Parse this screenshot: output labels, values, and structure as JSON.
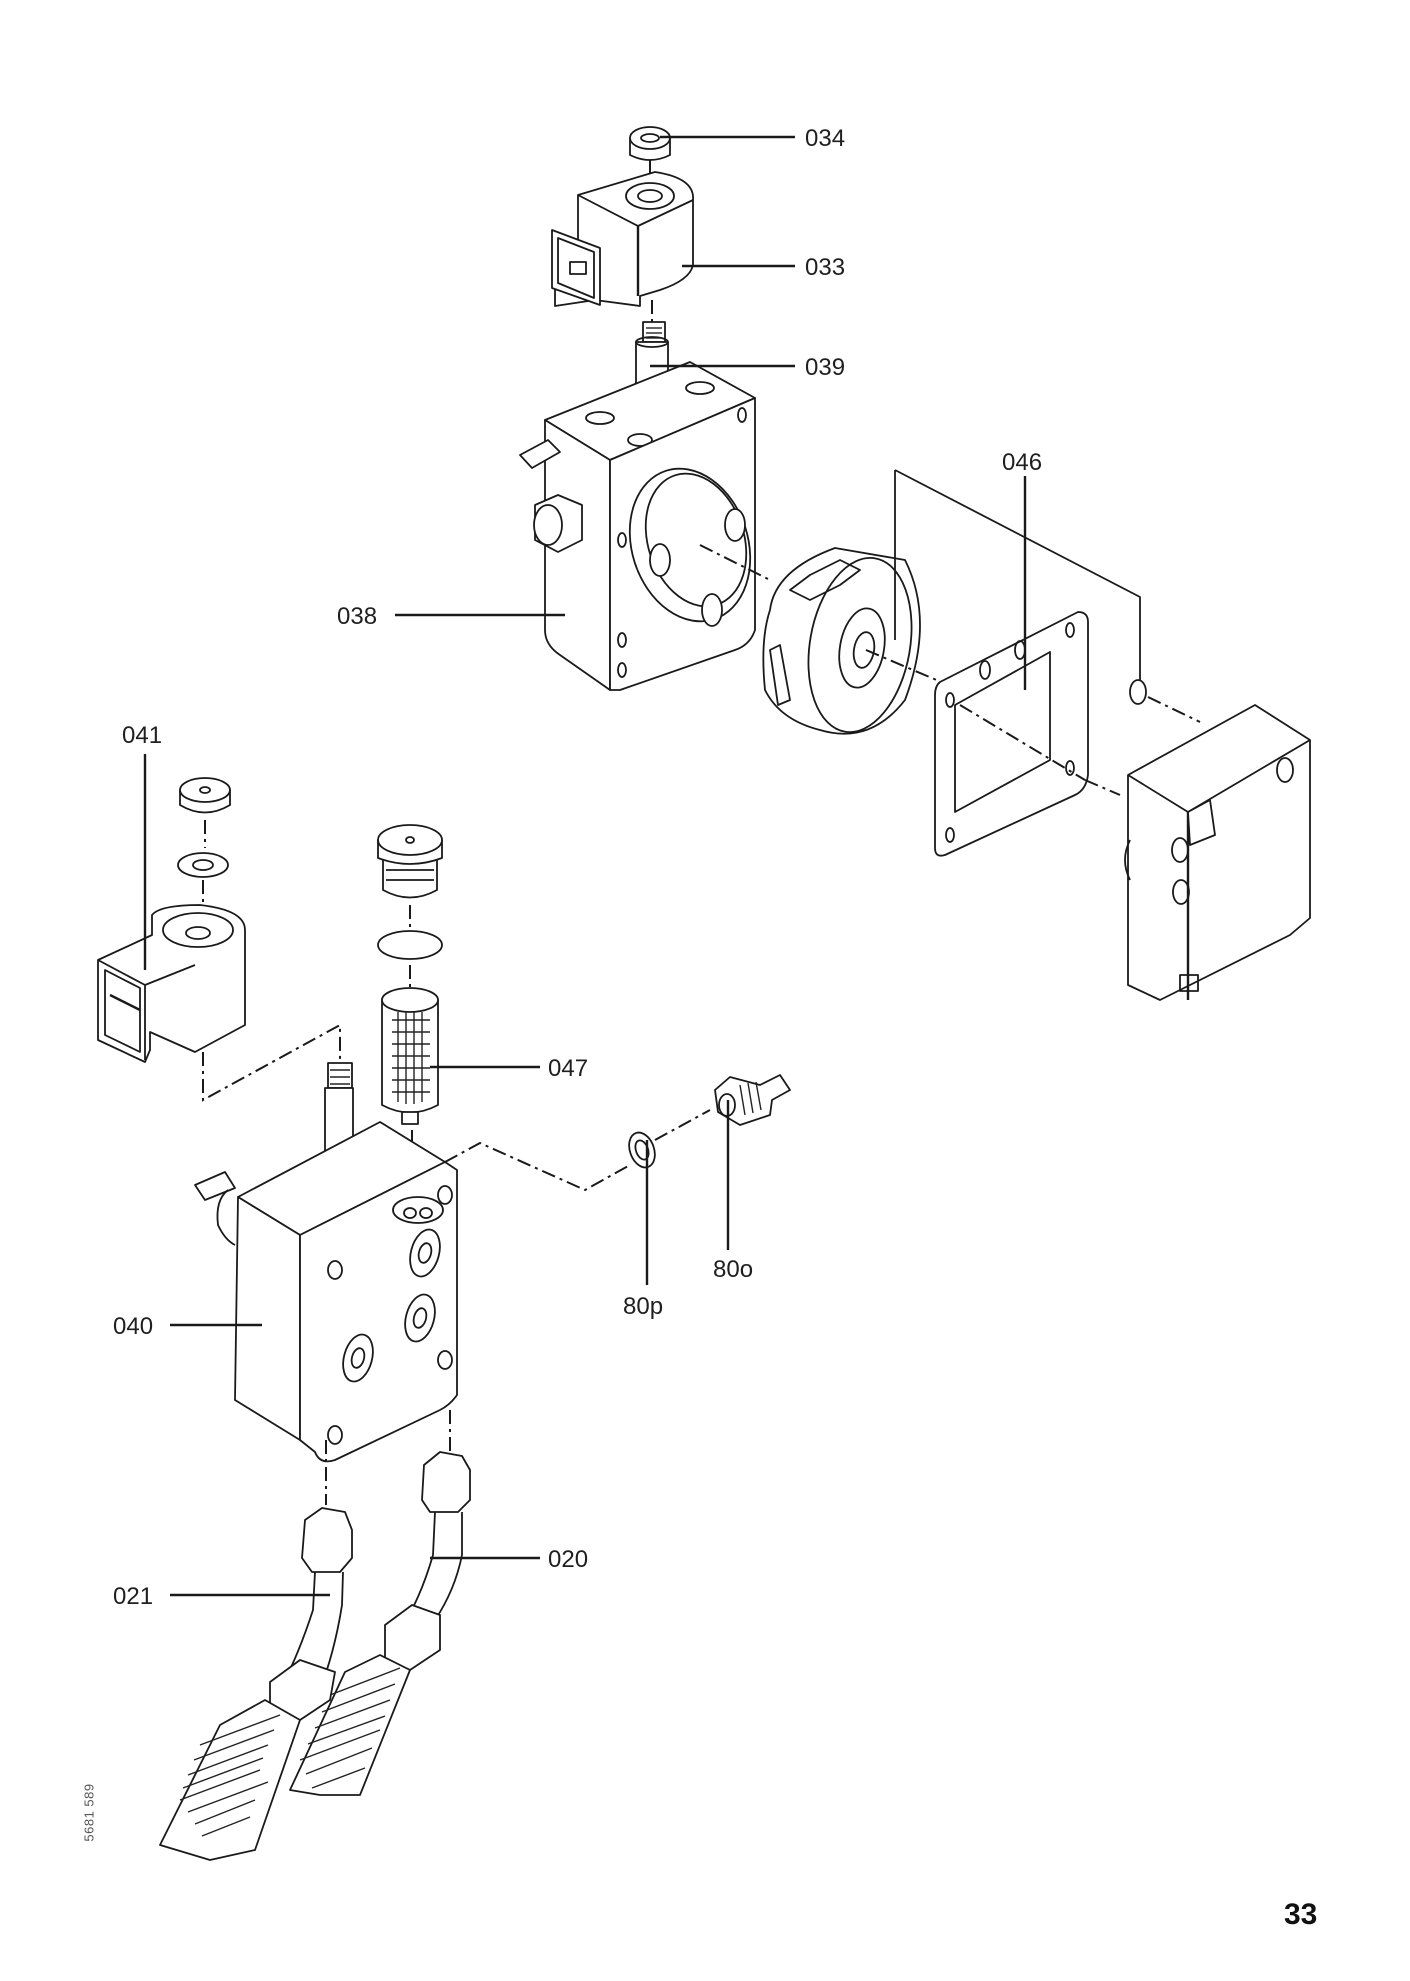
{
  "document": {
    "type": "exploded-parts-diagram",
    "page_number": "33",
    "drawing_code": "5681 589"
  },
  "callouts": {
    "c034": "034",
    "c033": "033",
    "c039": "039",
    "c046": "046",
    "c038": "038",
    "c041": "041",
    "c047": "047",
    "c80o": "80o",
    "c80p": "80p",
    "c040": "040",
    "c021": "021",
    "c020": "020"
  },
  "parts": [
    {
      "id": "034",
      "icon": "hex-nut-icon"
    },
    {
      "id": "033",
      "icon": "solenoid-coil-icon"
    },
    {
      "id": "039",
      "icon": "valve-stem-icon"
    },
    {
      "id": "038",
      "icon": "oil-pump-icon"
    },
    {
      "id": "046",
      "icon": "gasket-icon"
    },
    {
      "id": "041",
      "icon": "solenoid-coil-icon"
    },
    {
      "id": "047",
      "icon": "filter-icon"
    },
    {
      "id": "80o",
      "icon": "pressure-nipple-icon"
    },
    {
      "id": "80p",
      "icon": "seal-ring-icon"
    },
    {
      "id": "040",
      "icon": "oil-pump-icon"
    },
    {
      "id": "021",
      "icon": "oil-hose-icon"
    },
    {
      "id": "020",
      "icon": "oil-hose-icon"
    }
  ],
  "colors": {
    "ink": "#1a1a1a",
    "paper": "#ffffff"
  }
}
